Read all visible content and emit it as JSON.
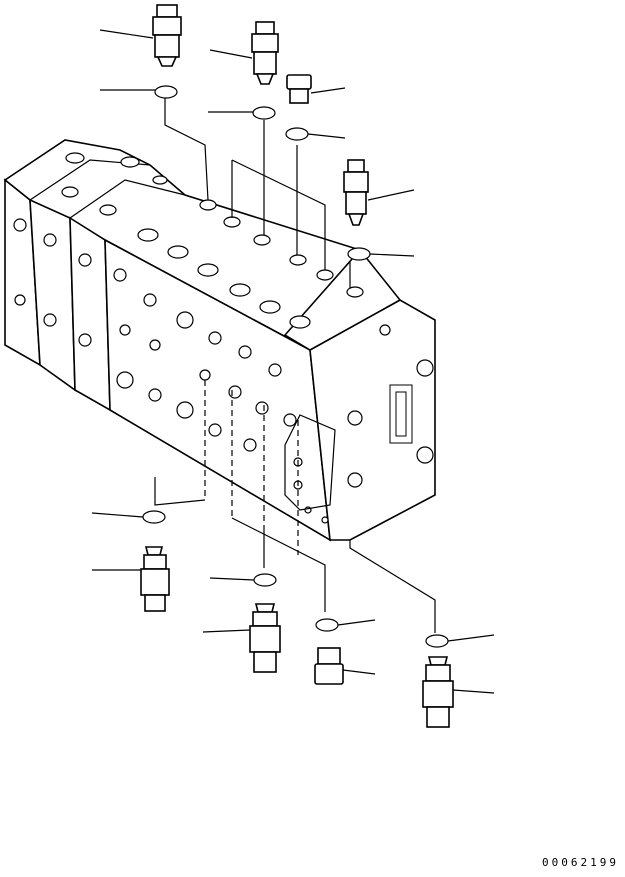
{
  "drawing_number": "00062199",
  "callouts": [
    {
      "name": "relief-valve-top-1",
      "kind": "valve"
    },
    {
      "name": "relief-valve-top-2",
      "kind": "valve"
    },
    {
      "name": "plug-top",
      "kind": "plug"
    },
    {
      "name": "relief-valve-top-right",
      "kind": "valve"
    },
    {
      "name": "o-ring-top-1",
      "kind": "o-ring"
    },
    {
      "name": "o-ring-top-2",
      "kind": "o-ring"
    },
    {
      "name": "o-ring-top-3",
      "kind": "o-ring"
    },
    {
      "name": "o-ring-top-right",
      "kind": "o-ring"
    },
    {
      "name": "o-ring-bottom-1",
      "kind": "o-ring"
    },
    {
      "name": "o-ring-bottom-2",
      "kind": "o-ring"
    },
    {
      "name": "o-ring-bottom-3",
      "kind": "o-ring"
    },
    {
      "name": "o-ring-bottom-right",
      "kind": "o-ring"
    },
    {
      "name": "relief-valve-bottom-1",
      "kind": "valve"
    },
    {
      "name": "relief-valve-bottom-2",
      "kind": "valve"
    },
    {
      "name": "plug-bottom",
      "kind": "plug"
    },
    {
      "name": "relief-valve-bottom-right",
      "kind": "valve"
    }
  ]
}
